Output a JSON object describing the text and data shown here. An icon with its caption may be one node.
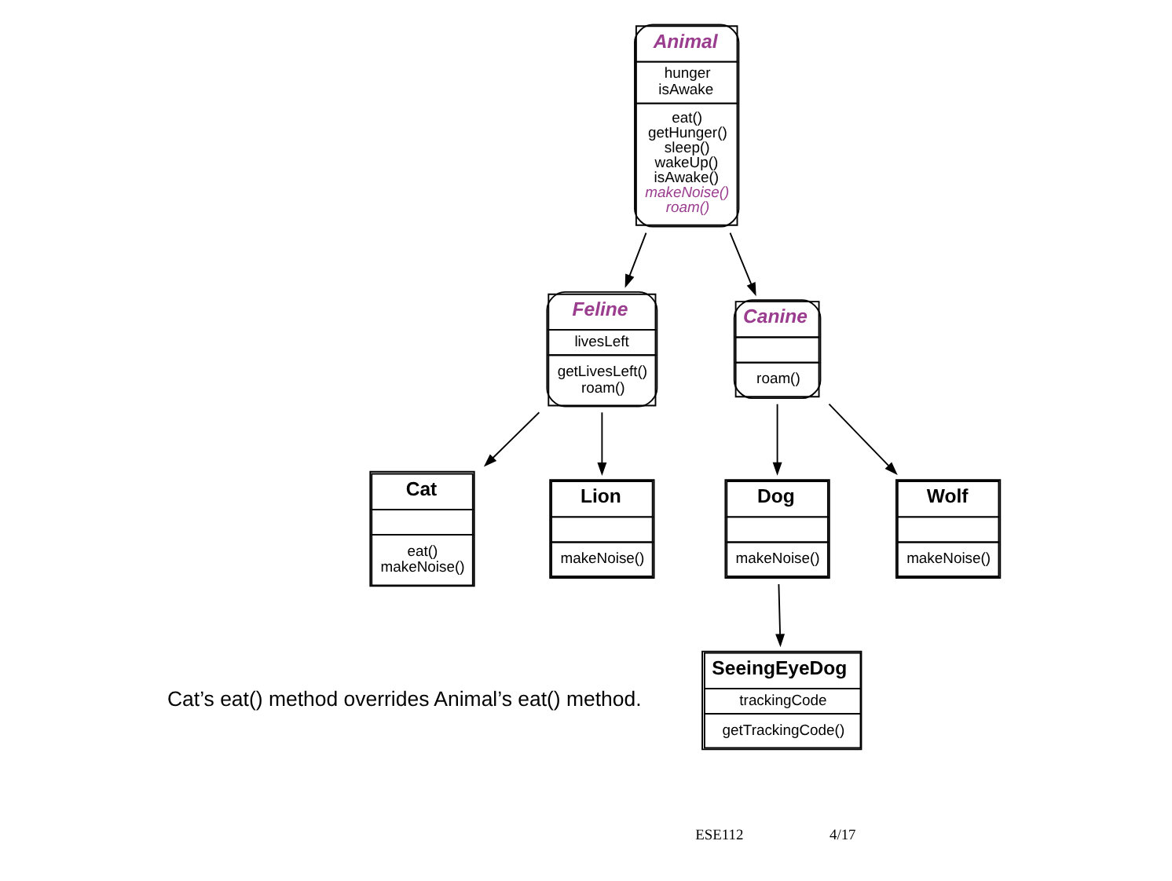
{
  "diagram": {
    "nodes": [
      {
        "text": [
          "Animal",
          "hunger isAwake",
          "eat() getHunger() sleep() wakeUp() isAwake()",
          "makeNoise() roam()"
        ]
      },
      {
        "text": [
          "Feline",
          "livesLeft",
          "getLivesLeft() roam()"
        ]
      },
      {
        "text": [
          "Canine",
          "roam()"
        ]
      },
      {
        "text": [
          "Cat",
          "eat() makeNoise()"
        ]
      },
      {
        "text": [
          "Lion",
          "makeNoise()"
        ]
      },
      {
        "text": [
          "Dog",
          "makeNoise()"
        ]
      },
      {
        "text": [
          "Wolf",
          "makeNoise()"
        ]
      },
      {
        "text": [
          "SeeingEyeDog",
          "trackingCode",
          "getTrackingCode()"
        ]
      }
    ],
    "edges": [
      {
        "from": 0,
        "to": 1,
        "arrow": "to"
      },
      {
        "from": 0,
        "to": 2,
        "arrow": "to"
      },
      {
        "from": 1,
        "to": 3,
        "arrow": "to"
      },
      {
        "from": 1,
        "to": 4,
        "arrow": "to"
      },
      {
        "from": 2,
        "to": 5,
        "arrow": "to"
      },
      {
        "from": 2,
        "to": 6,
        "arrow": "to"
      },
      {
        "from": 5,
        "to": 7,
        "arrow": "to"
      }
    ],
    "labels": [
      "Cat’s eat() method overrides Animal’s eat() method.",
      "ESE112",
      "4/17"
    ]
  }
}
